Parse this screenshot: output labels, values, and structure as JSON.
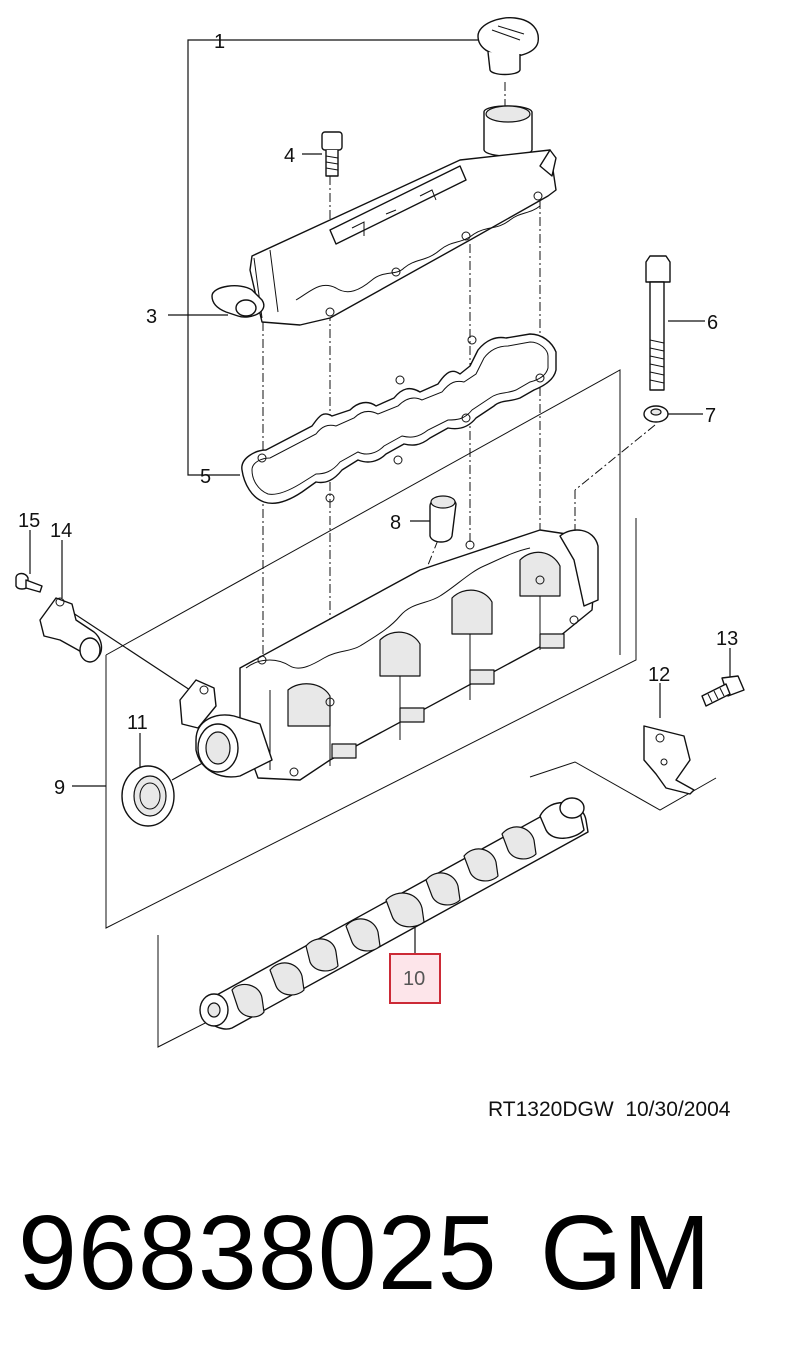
{
  "callouts": {
    "c1": "1",
    "c2": "3",
    "c3": "4",
    "c4": "5",
    "c5": "6",
    "c6": "7",
    "c7": "8",
    "c8": "9",
    "c9": "10",
    "c10": "11",
    "c11": "12",
    "c12": "13",
    "c13": "14",
    "c14": "15"
  },
  "highlighted_callout": "10",
  "drawing_ref": "RT1320DGW  10/30/2004",
  "part_number": "96838025",
  "brand": "GM",
  "colors": {
    "highlight_fill": "#fde5ea",
    "highlight_border": "#cc2a36",
    "ink": "#111111"
  }
}
